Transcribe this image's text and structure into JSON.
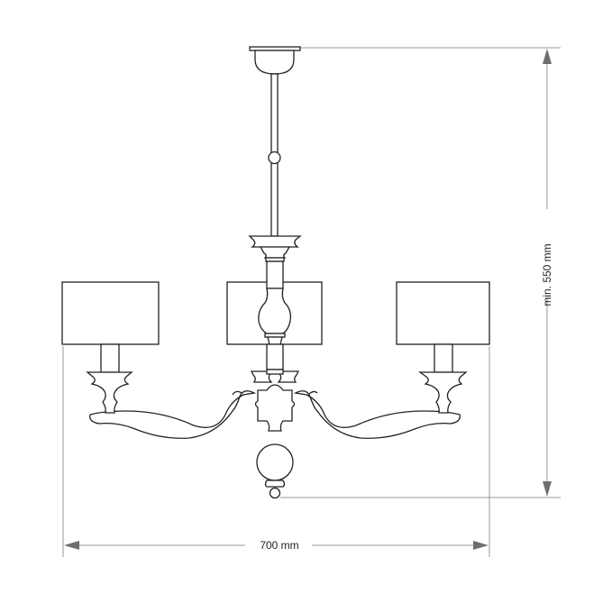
{
  "drawing": {
    "subject": "chandelier",
    "arms": 3,
    "dimensions": {
      "width_label": "700 mm",
      "height_label": "min. 550 mm"
    },
    "colors": {
      "line": "#222222",
      "dimension": "#9a9a9a"
    }
  }
}
